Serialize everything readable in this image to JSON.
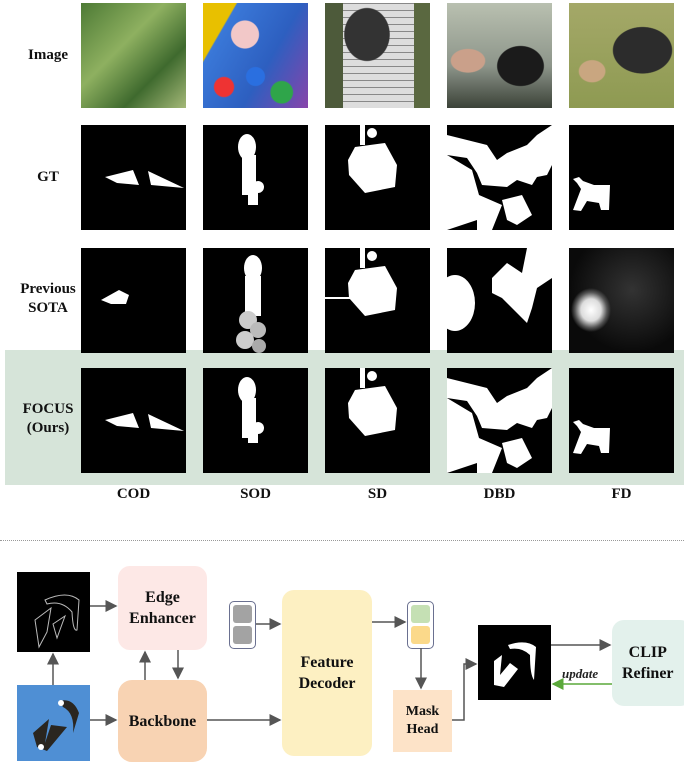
{
  "row_labels": {
    "image": "Image",
    "gt": "GT",
    "prev_line1": "Previous",
    "prev_line2": "SOTA",
    "focus_line1": "FOCUS",
    "focus_line2": "(Ours)"
  },
  "column_labels": [
    "COD",
    "SOD",
    "SD",
    "DBD",
    "FD"
  ],
  "pipeline": {
    "edge_enhancer_line1": "Edge",
    "edge_enhancer_line2": "Enhancer",
    "backbone": "Backbone",
    "feature_decoder_line1": "Feature",
    "feature_decoder_line2": "Decoder",
    "mask_head_line1": "Mask",
    "mask_head_line2": "Head",
    "clip_refiner_line1": "CLIP",
    "clip_refiner_line2": "Refiner",
    "update": "update"
  },
  "colors": {
    "highlight_band": "#d6e4d9",
    "edge_enhancer": "#fde8e6",
    "backbone": "#f8d3b3",
    "feature_decoder": "#fdf0c2",
    "mask_head": "#fde3c8",
    "clip_refiner": "#e3f1ec",
    "update_arrow": "#5aa83a"
  }
}
